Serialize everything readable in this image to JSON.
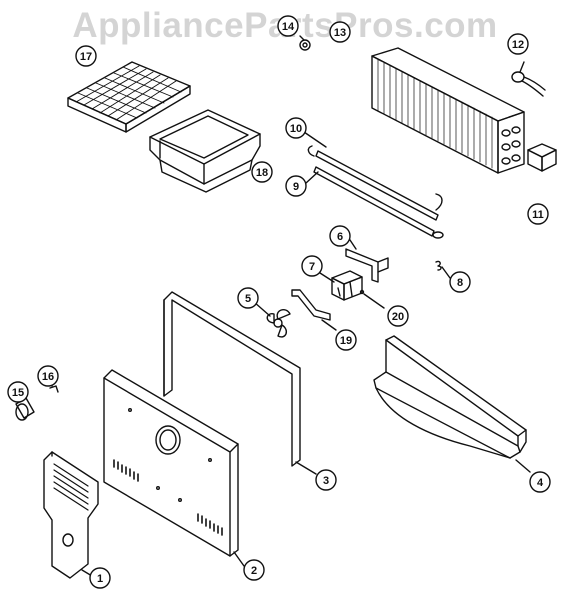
{
  "watermark": "AppliancePartsPros.com",
  "callouts": [
    {
      "id": "1",
      "label": "1"
    },
    {
      "id": "2",
      "label": "2"
    },
    {
      "id": "3",
      "label": "3"
    },
    {
      "id": "4",
      "label": "4"
    },
    {
      "id": "5",
      "label": "5"
    },
    {
      "id": "6",
      "label": "6"
    },
    {
      "id": "7",
      "label": "7"
    },
    {
      "id": "8",
      "label": "8"
    },
    {
      "id": "9",
      "label": "9"
    },
    {
      "id": "10",
      "label": "10"
    },
    {
      "id": "11",
      "label": "11"
    },
    {
      "id": "12",
      "label": "12"
    },
    {
      "id": "13",
      "label": "13"
    },
    {
      "id": "14",
      "label": "14"
    },
    {
      "id": "15",
      "label": "15"
    },
    {
      "id": "16",
      "label": "16"
    },
    {
      "id": "17",
      "label": "17"
    },
    {
      "id": "18",
      "label": "18"
    },
    {
      "id": "19",
      "label": "19"
    },
    {
      "id": "20",
      "label": "20"
    }
  ]
}
